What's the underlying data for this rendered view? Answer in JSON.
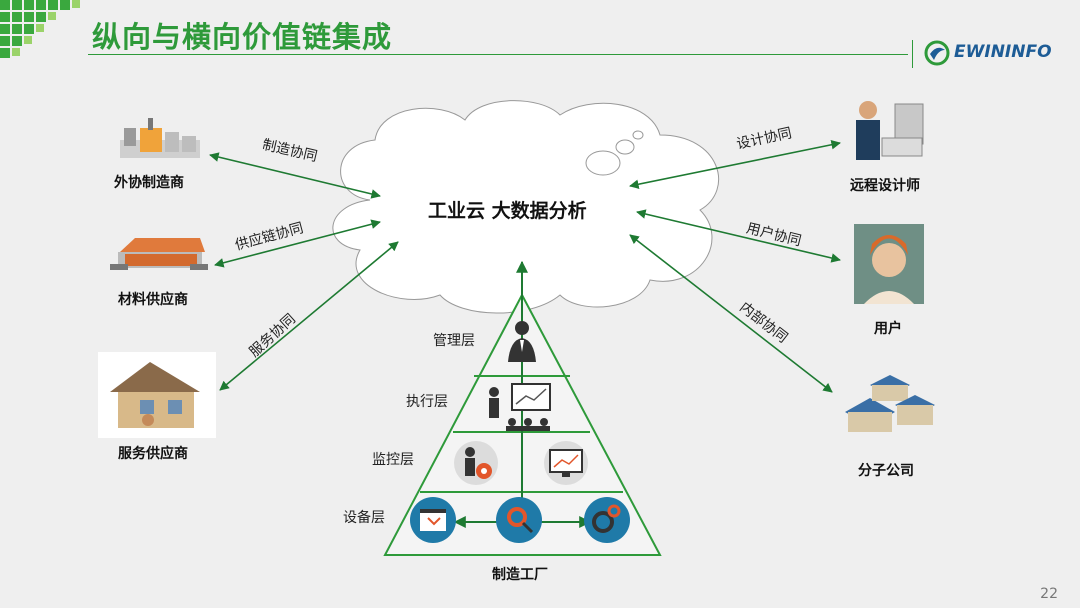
{
  "title": "纵向与横向价值链集成",
  "brand": {
    "name": "EWININFO",
    "green": "#2e9a3a",
    "blue": "#1d5c96"
  },
  "page_number": "22",
  "center": {
    "label": "工业云  大数据分析"
  },
  "left_nodes": [
    {
      "label": "外协制造商",
      "link": "制造协同",
      "icon": "factory-icon"
    },
    {
      "label": "材料供应商",
      "link": "供应链协同",
      "icon": "warehouse-icon"
    },
    {
      "label": "服务供应商",
      "link": "服务协同",
      "icon": "house-icon"
    }
  ],
  "right_nodes": [
    {
      "label": "远程设计师",
      "link": "设计协同",
      "icon": "designer-icon"
    },
    {
      "label": "用户",
      "link": "用户协同",
      "icon": "user-icon"
    },
    {
      "label": "分子公司",
      "link": "内部协同",
      "icon": "subsidiary-icon"
    }
  ],
  "pyramid": {
    "layers": [
      "管理层",
      "执行层",
      "监控层",
      "设备层"
    ],
    "base_label": "制造工厂"
  }
}
